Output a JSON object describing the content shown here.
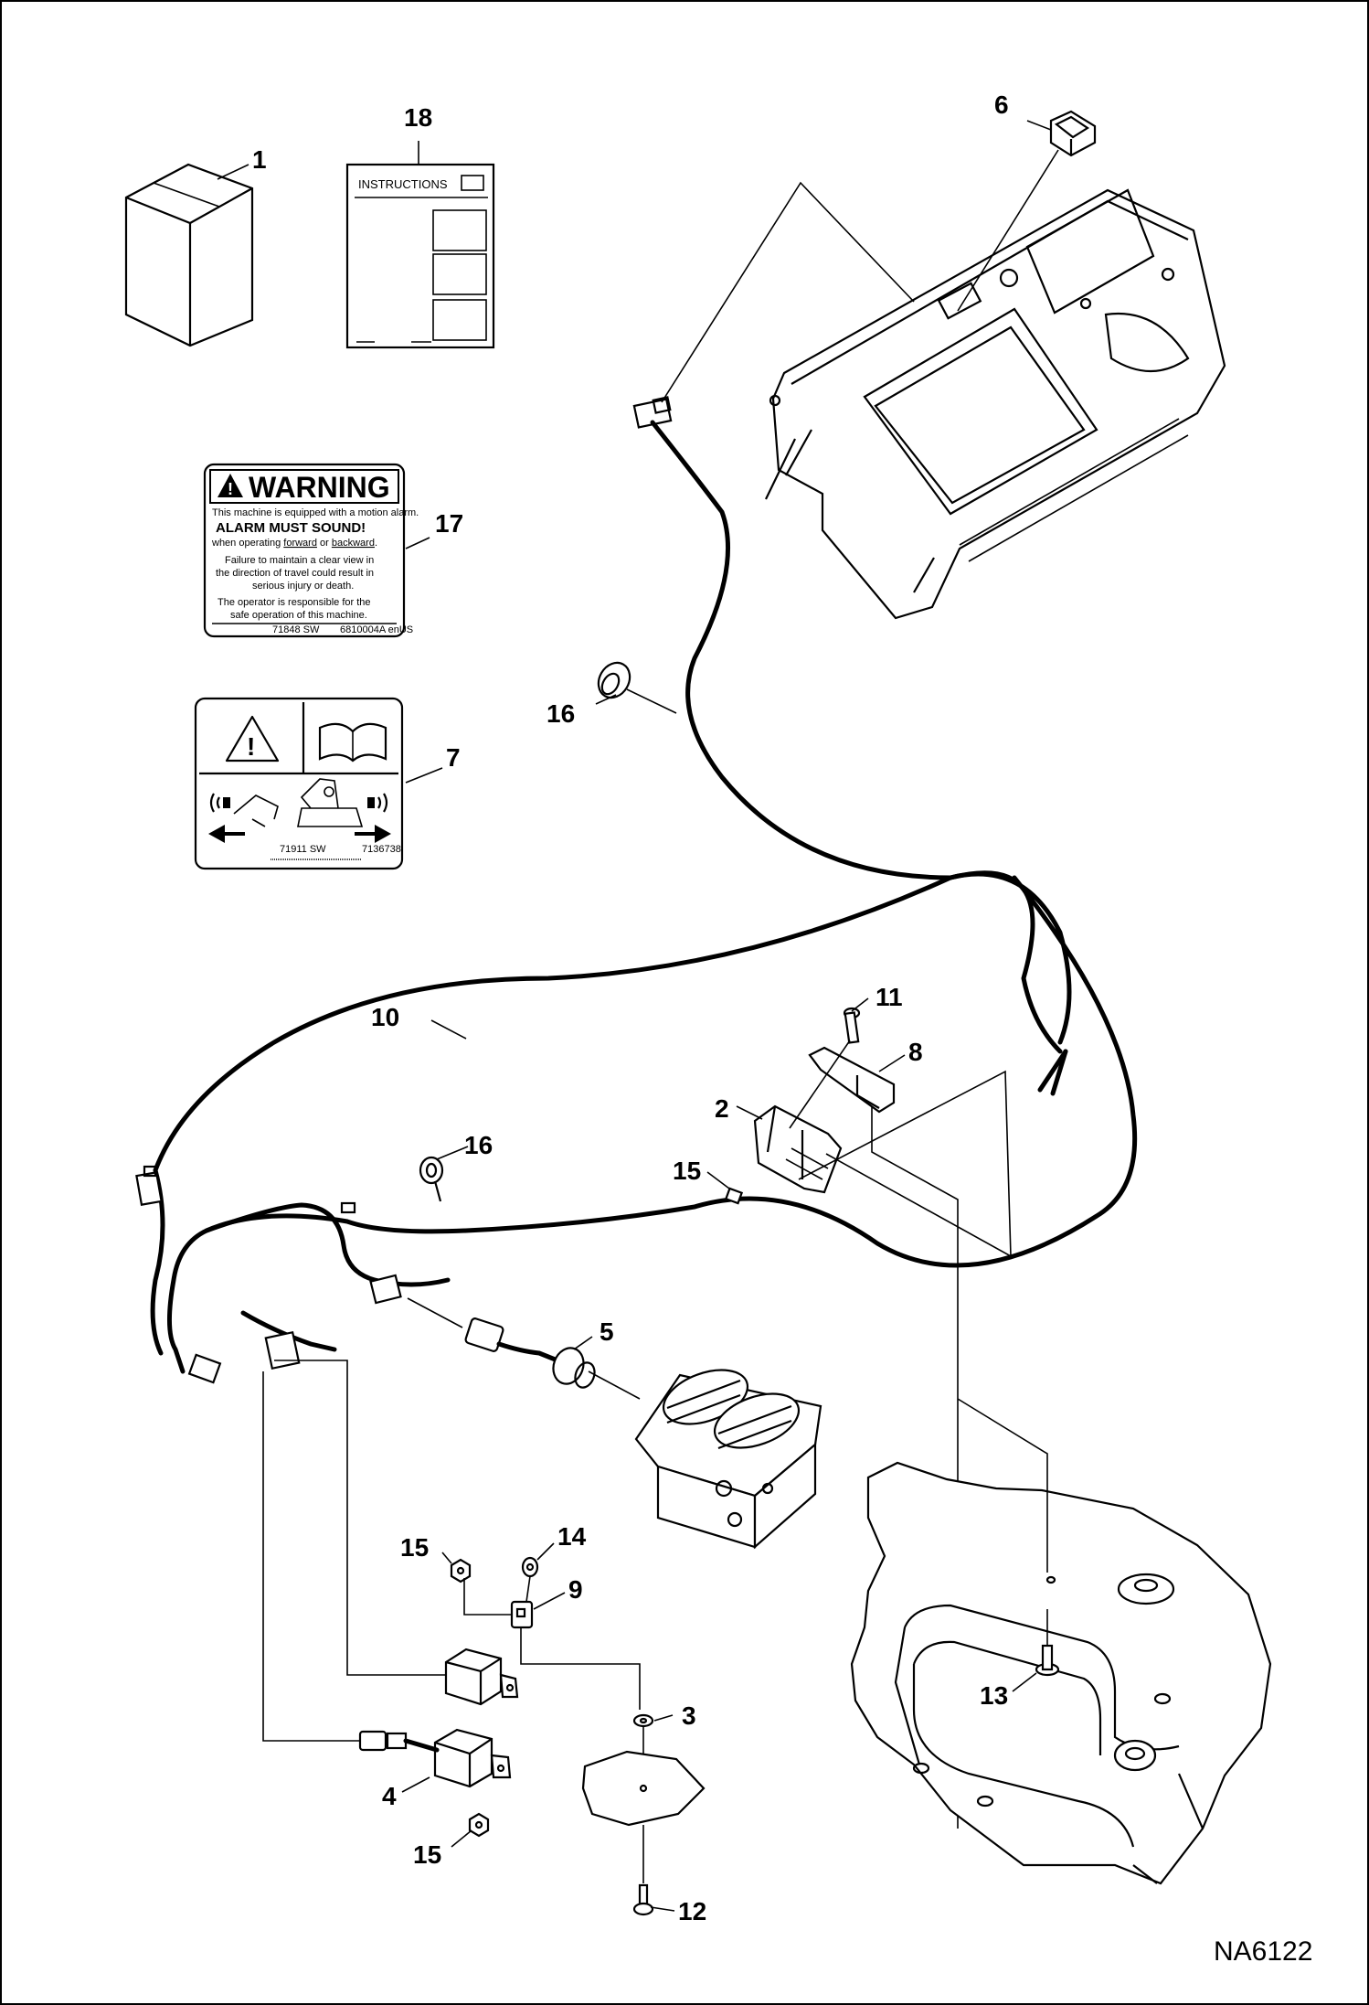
{
  "callouts": [
    "1",
    "2",
    "3",
    "4",
    "5",
    "6",
    "7",
    "8",
    "9",
    "10",
    "11",
    "12",
    "13",
    "14",
    "15",
    "16",
    "17",
    "18"
  ],
  "callout_extra": {
    "c15b": "15",
    "c15c": "15",
    "c16b": "16"
  },
  "diagram_id": "NA6122",
  "instructions_decal": {
    "title": "INSTRUCTIONS"
  },
  "warning_decal": {
    "header": "WARNING",
    "line1": "This machine is equipped with a motion alarm.",
    "line2": "ALARM MUST SOUND!",
    "line3a": "when operating ",
    "line3b": "forward",
    "line3c": " or ",
    "line3d": "backward",
    "line3e": ".",
    "line4": "Failure to maintain a clear view in",
    "line5": "the direction of travel could result in",
    "line6": "serious injury or death.",
    "line7": "The operator is responsible for the",
    "line8": "safe operation of this machine.",
    "code_left": "71848 SW",
    "code_right": "6810004A enUS"
  },
  "pictorial_decal": {
    "code_left": "71911 SW",
    "code_right": "7136738"
  }
}
